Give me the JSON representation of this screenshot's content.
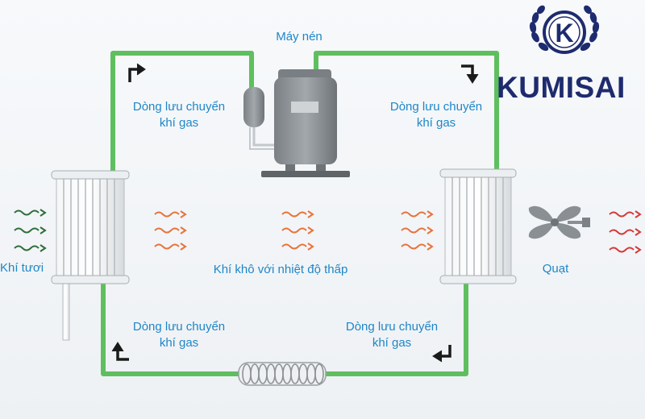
{
  "labels": {
    "compressor": "Máy nén",
    "flow_top_left": [
      "Dòng lưu chuyển",
      "khí gas"
    ],
    "flow_top_right": [
      "Dòng lưu chuyển",
      "khí gas"
    ],
    "flow_bottom_left": [
      "Dòng lưu chuyển",
      "khí gas"
    ],
    "flow_bottom_right": [
      "Dòng lưu chuyển",
      "khí gas"
    ],
    "dry_air": "Khí khô với nhiệt độ thấp",
    "fresh_air": "Khí tươi",
    "fan": "Quạt"
  },
  "logo": {
    "letter": "K",
    "brand": "KUMISAI",
    "color": "#1e2b6e"
  },
  "colors": {
    "pipe": "#5fbf5f",
    "label": "#1f86c8",
    "fresh_air_arrow": "#2f6e3a",
    "warm_air_arrow": "#e8733a",
    "exhaust_arrow": "#d63a3a",
    "component_gray": "#8a8f94",
    "flow_arrow": "#1a1a1a"
  },
  "icons": [
    "compressor-icon",
    "evaporator-coil-icon",
    "condenser-coil-icon",
    "fan-icon",
    "expansion-coil-icon",
    "laurel-wreath-icon"
  ]
}
